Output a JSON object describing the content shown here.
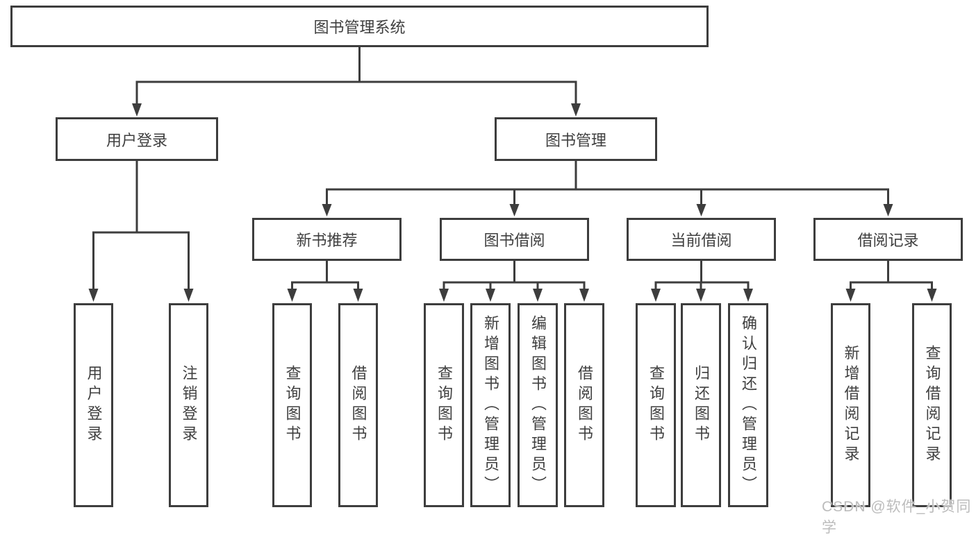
{
  "diagram": {
    "title": "图书管理系统",
    "branches": [
      {
        "label": "用户登录",
        "children": [
          {
            "label": "用户登录"
          },
          {
            "label": "注销登录"
          }
        ]
      },
      {
        "label": "图书管理",
        "groups": [
          {
            "label": "新书推荐",
            "children": [
              {
                "label": "查询图书"
              },
              {
                "label": "借阅图书"
              }
            ]
          },
          {
            "label": "图书借阅",
            "children": [
              {
                "label": "查询图书"
              },
              {
                "label": "新增图书（管理员）"
              },
              {
                "label": "编辑图书（管理员）"
              },
              {
                "label": "借阅图书"
              }
            ]
          },
          {
            "label": "当前借阅",
            "children": [
              {
                "label": "查询图书"
              },
              {
                "label": "归还图书"
              },
              {
                "label": "确认归还（管理员）"
              }
            ]
          },
          {
            "label": "借阅记录",
            "children": [
              {
                "label": "新增借阅记录"
              },
              {
                "label": "查询借阅记录"
              }
            ]
          }
        ]
      }
    ]
  },
  "watermark": {
    "text": "CSDN @软件_小贺同学"
  },
  "theme": {
    "line_color": "#3d3d3d",
    "text_color": "#3f3f3f",
    "watermark_color": "#bcbcbc",
    "background": "#ffffff"
  }
}
